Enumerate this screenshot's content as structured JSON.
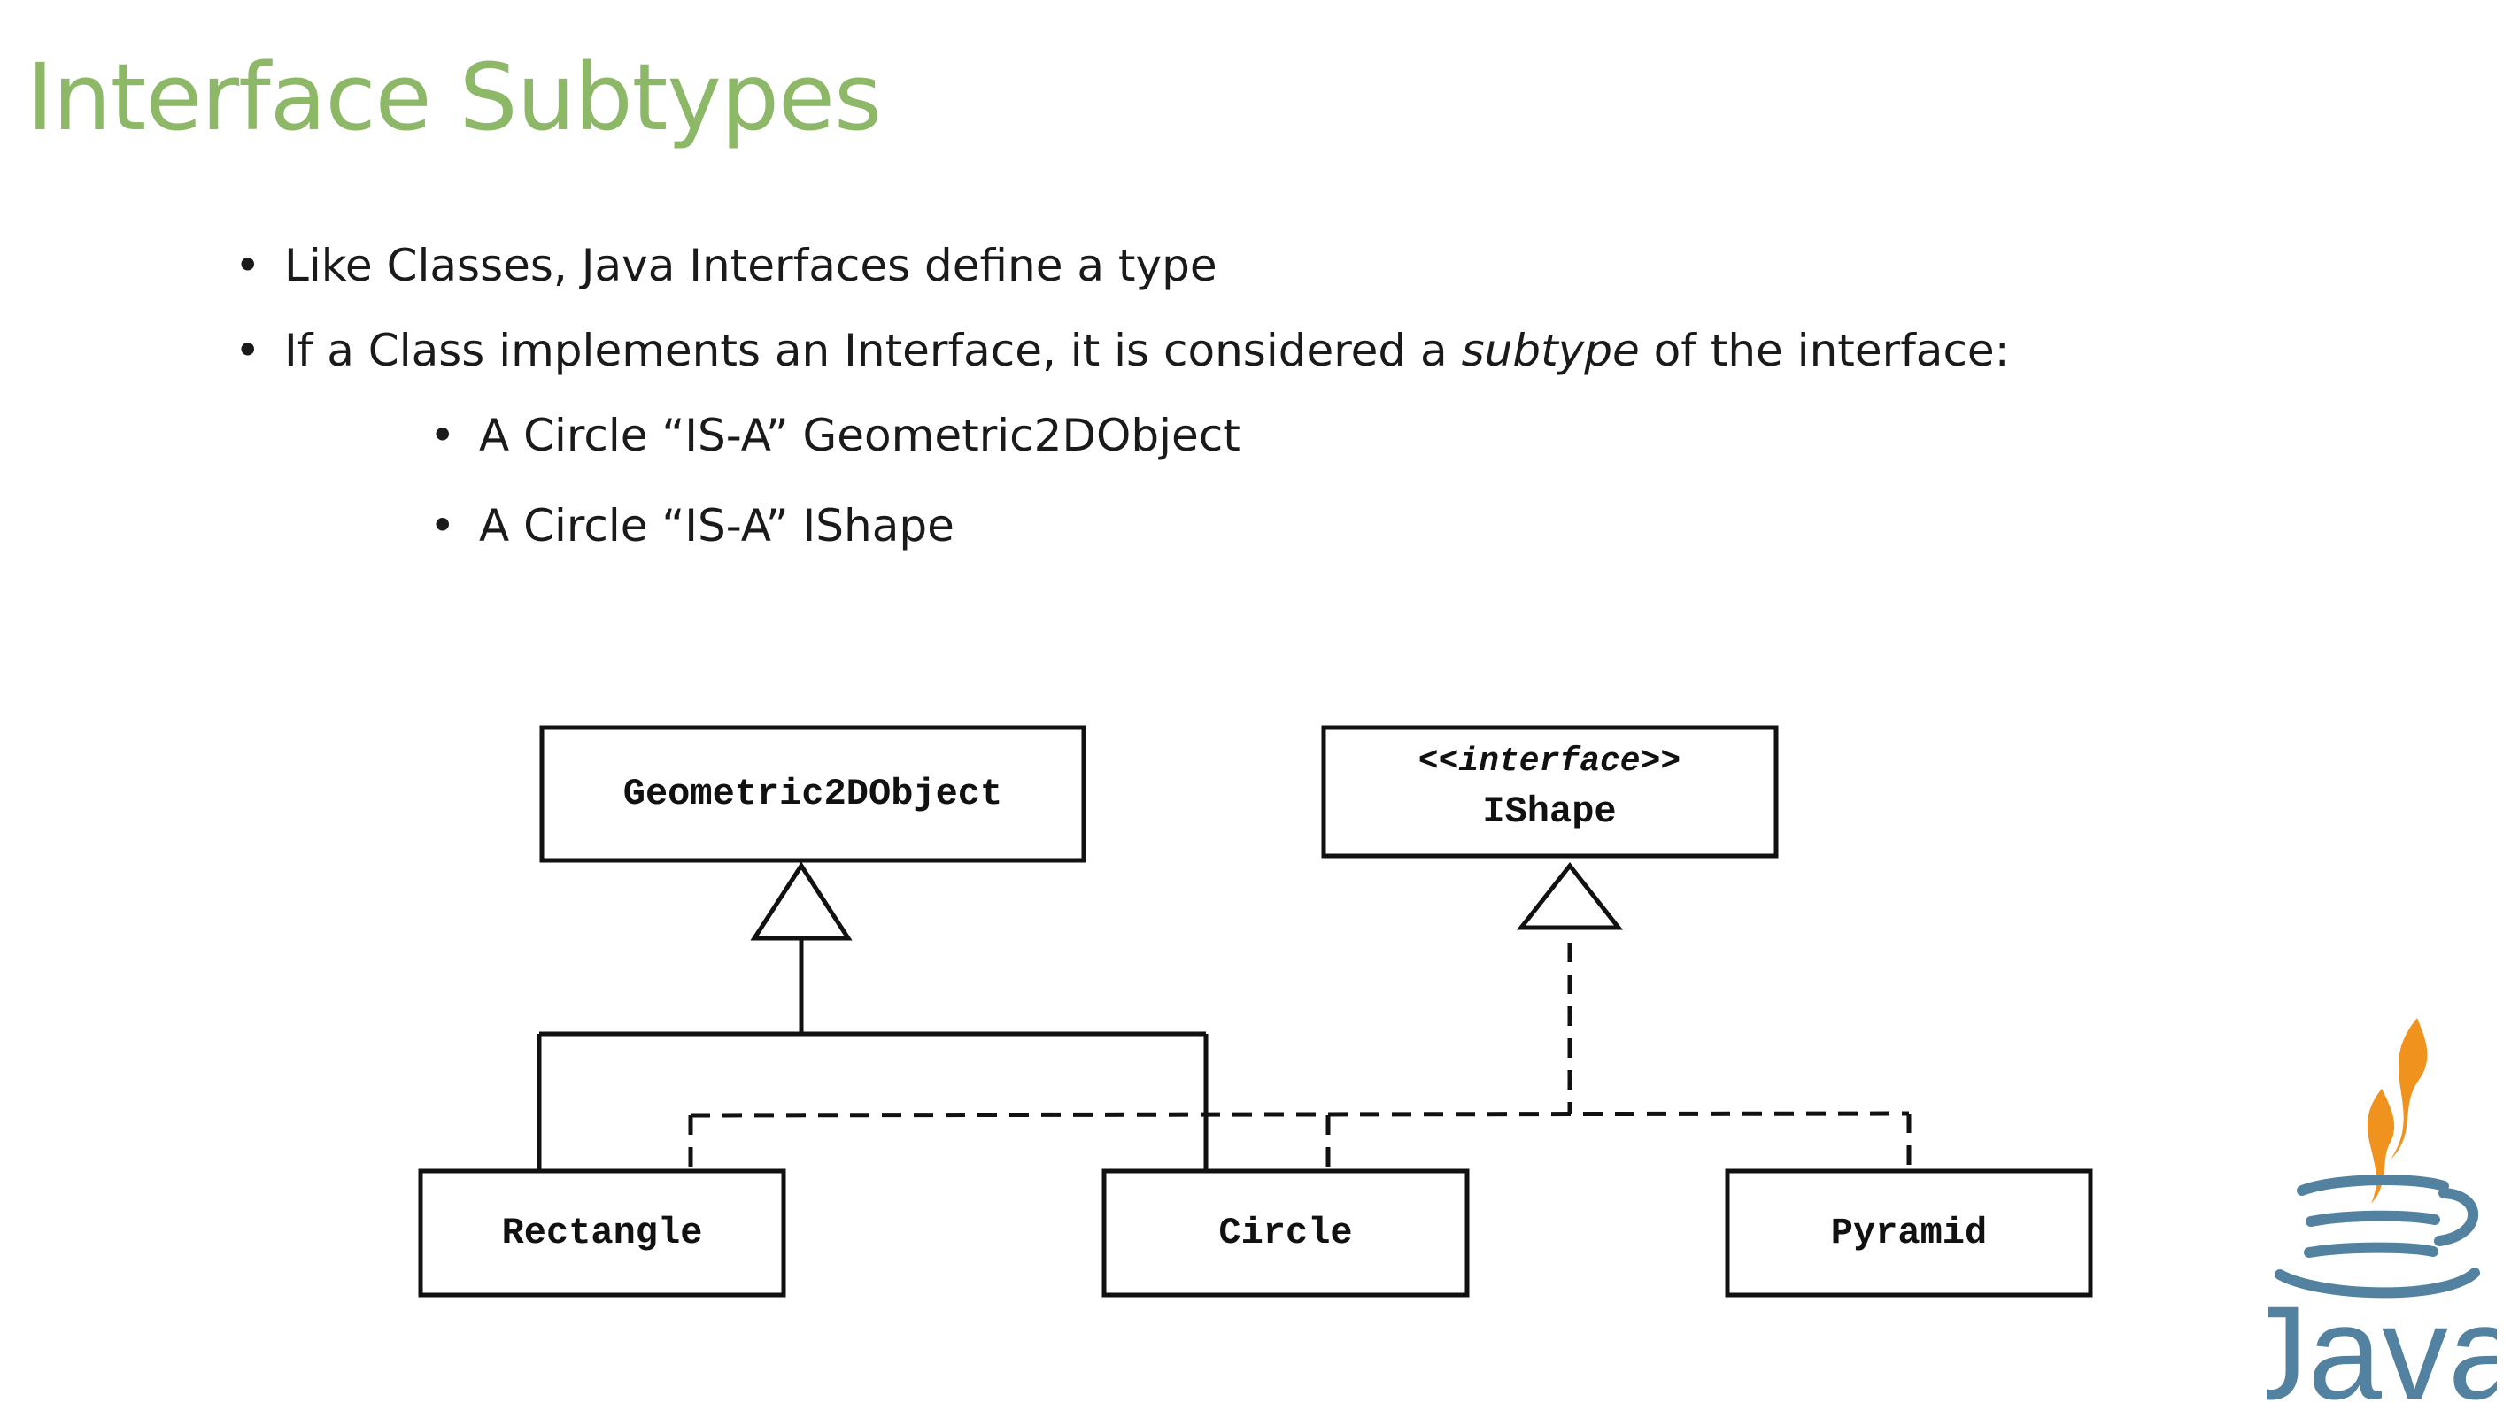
{
  "slide": {
    "title": "Interface Subtypes",
    "bullets": [
      {
        "prefix": "Like Classes, Java Interfaces define a type",
        "emphasis": "",
        "suffix": ""
      },
      {
        "prefix": "If a Class implements an Interface, it is considered a ",
        "emphasis": "subtype",
        "suffix": " of the interface:"
      }
    ],
    "sub_bullets": [
      "A Circle “IS-A” Geometric2DObject",
      "A Circle “IS-A” IShape"
    ],
    "bullet_glyph": "•"
  },
  "diagram": {
    "nodes": {
      "geometric": {
        "label": "Geometric2DObject"
      },
      "ishape": {
        "stereotype": "<<interface>>",
        "label": "IShape"
      },
      "rectangle": {
        "label": "Rectangle"
      },
      "circle": {
        "label": "Circle"
      },
      "pyramid": {
        "label": "Pyramid"
      }
    },
    "edges": [
      {
        "from": "rectangle",
        "to": "geometric",
        "style": "solid"
      },
      {
        "from": "circle",
        "to": "geometric",
        "style": "solid"
      },
      {
        "from": "rectangle",
        "to": "ishape",
        "style": "dashed"
      },
      {
        "from": "circle",
        "to": "ishape",
        "style": "dashed"
      },
      {
        "from": "pyramid",
        "to": "ishape",
        "style": "dashed"
      }
    ]
  },
  "logo": {
    "text": "Java",
    "cup_color": "#5382a1",
    "steam_color": "#f0931e"
  }
}
